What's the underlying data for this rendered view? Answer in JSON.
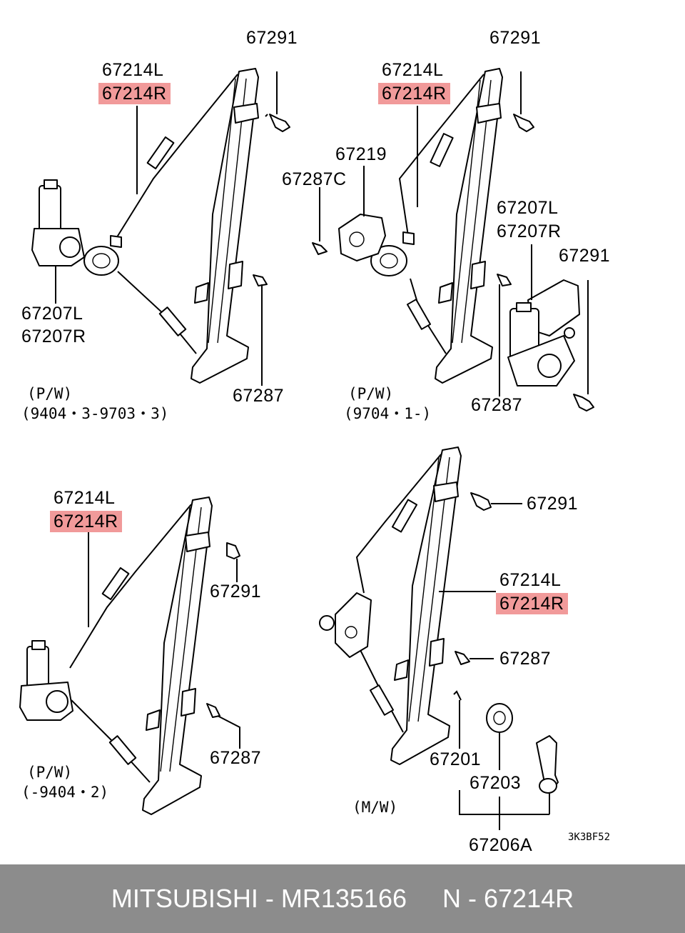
{
  "labels": {
    "q1_bolt_top": "67291",
    "q1_regulator_l": "67214L",
    "q1_regulator_r": "67214R",
    "q1_motor_l": "67207L",
    "q1_motor_r": "67207R",
    "q1_bolt_bottom": "67287",
    "q1_note_pw": "(P/W)",
    "q1_note_date": "(9404・3-9703・3)",
    "q2_bolt_top": "67291",
    "q2_regulator_l": "67214L",
    "q2_regulator_r": "67214R",
    "q2_plate": "67219",
    "q2_plate_bolt": "67287C",
    "q2_motor_l": "67207L",
    "q2_motor_r": "67207R",
    "q2_motor_bolt": "67291",
    "q2_bolt_bottom": "67287",
    "q2_note_pw": "(P/W)",
    "q2_note_date": "(9704・1-)",
    "q3_regulator_l": "67214L",
    "q3_regulator_r": "67214R",
    "q3_bolt_top": "67291",
    "q3_bolt_bottom": "67287",
    "q3_note_pw": "(P/W)",
    "q3_note_date": "(-9404・2)",
    "q4_bolt_top": "67291",
    "q4_regulator_l": "67214L",
    "q4_regulator_r": "67214R",
    "q4_bolt_mid": "67287",
    "q4_clip": "67201",
    "q4_washer": "67203",
    "q4_handle_set": "67206A",
    "q4_note_mw": "(M/W)",
    "diagram_code": "3K3BF52"
  },
  "footer": {
    "brand": "MITSUBISHI",
    "part_number": "MR135166",
    "ref_no": "N - 67214R"
  },
  "colors": {
    "highlight": "#f19a9a",
    "footer_bg": "#8c8c8c"
  }
}
